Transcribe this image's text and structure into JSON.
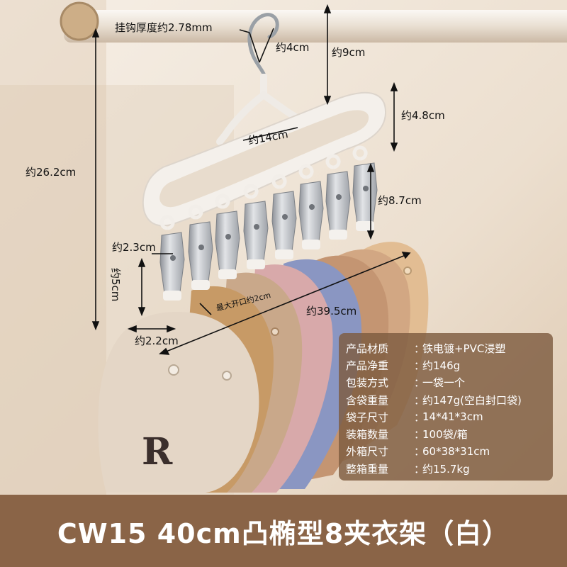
{
  "measurements": {
    "hook_thickness": "挂钩厚度约2.78mm",
    "hook_width": "约4cm",
    "hook_height": "约9cm",
    "frame_height": "约4.8cm",
    "inner_width": "约14cm",
    "total_height": "约26.2cm",
    "clip_drop": "约8.7cm",
    "clip_top_width": "约2.3cm",
    "clip_length": "约5cm",
    "clip_opening": "最大开口约2cm",
    "total_width": "约39.5cm",
    "clip_bottom_width": "约2.2cm"
  },
  "cap_logo": "R",
  "specs": [
    {
      "label": "产品材质",
      "value": "铁电镀+PVC浸塑"
    },
    {
      "label": "产品净重",
      "value": "约146g"
    },
    {
      "label": "包装方式",
      "value": "一袋一个"
    },
    {
      "label": "含袋重量",
      "value": "约147g(空白封口袋)"
    },
    {
      "label": "袋子尺寸",
      "value": "14*41*3cm"
    },
    {
      "label": "装箱数量",
      "value": "100袋/箱"
    },
    {
      "label": "外箱尺寸",
      "value": "60*38*31cm"
    },
    {
      "label": "整箱重量",
      "value": "约15.7kg"
    }
  ],
  "spec_colon": "：",
  "title": "CW15 40cm凸椭型8夹衣架（白）",
  "colors": {
    "wall": "#efe4d6",
    "rod": "#e7ddd1",
    "hanger": "#f1ede8",
    "clip_metal": "#b9bcc0",
    "spec_box": "#7e5c3f",
    "title_bar": "#8a6447",
    "caps": [
      "#e4d6c6",
      "#c79a66",
      "#c9a88a",
      "#d8a9aa",
      "#8a96c2",
      "#c49572",
      "#d2a783",
      "#e2bd93"
    ]
  }
}
